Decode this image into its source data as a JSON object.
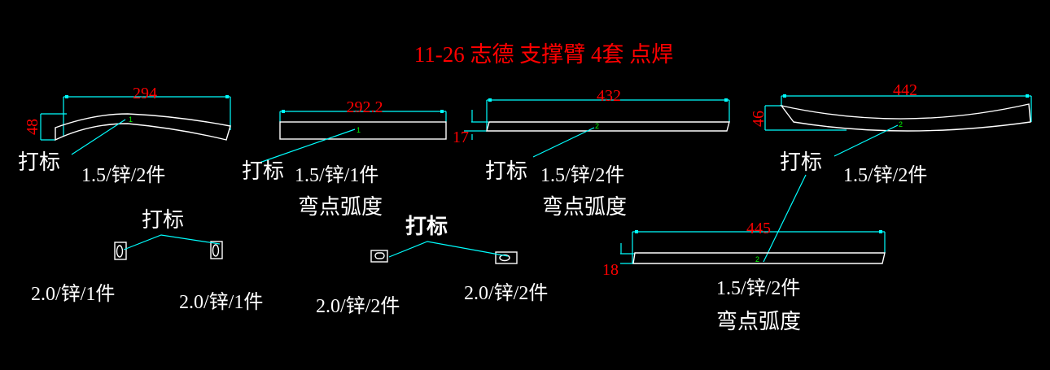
{
  "title": "11-26 志德 支撑臂 4套 点焊",
  "colors": {
    "background": "#000000",
    "dimension": "#00ffff",
    "dim_text": "#ff0000",
    "outline": "#ffffff",
    "mark": "#00ff00"
  },
  "parts": [
    {
      "length": "294",
      "height": "48",
      "mark_label": "打标",
      "spec": "1.5/锌/2件",
      "part_no": "1"
    },
    {
      "length": "292.2",
      "mark_label": "打标",
      "spec": "1.5/锌/1件",
      "note": "弯点弧度",
      "part_no": "1"
    },
    {
      "length": "432",
      "height": "17",
      "mark_label": "打标",
      "spec": "1.5/锌/2件",
      "note": "弯点弧度",
      "part_no": "2"
    },
    {
      "length": "442",
      "height": "46",
      "mark_label": "打标",
      "spec": "1.5/锌/2件",
      "part_no": "2"
    },
    {
      "length": "445",
      "height": "18",
      "spec": "1.5/锌/2件",
      "note": "弯点弧度",
      "part_no": "2"
    }
  ],
  "small_parts": {
    "group1_mark_label": "打标",
    "group2_mark_label": "打标",
    "specs": [
      "2.0/锌/1件",
      "2.0/锌/1件",
      "2.0/锌/2件",
      "2.0/锌/2件"
    ]
  }
}
